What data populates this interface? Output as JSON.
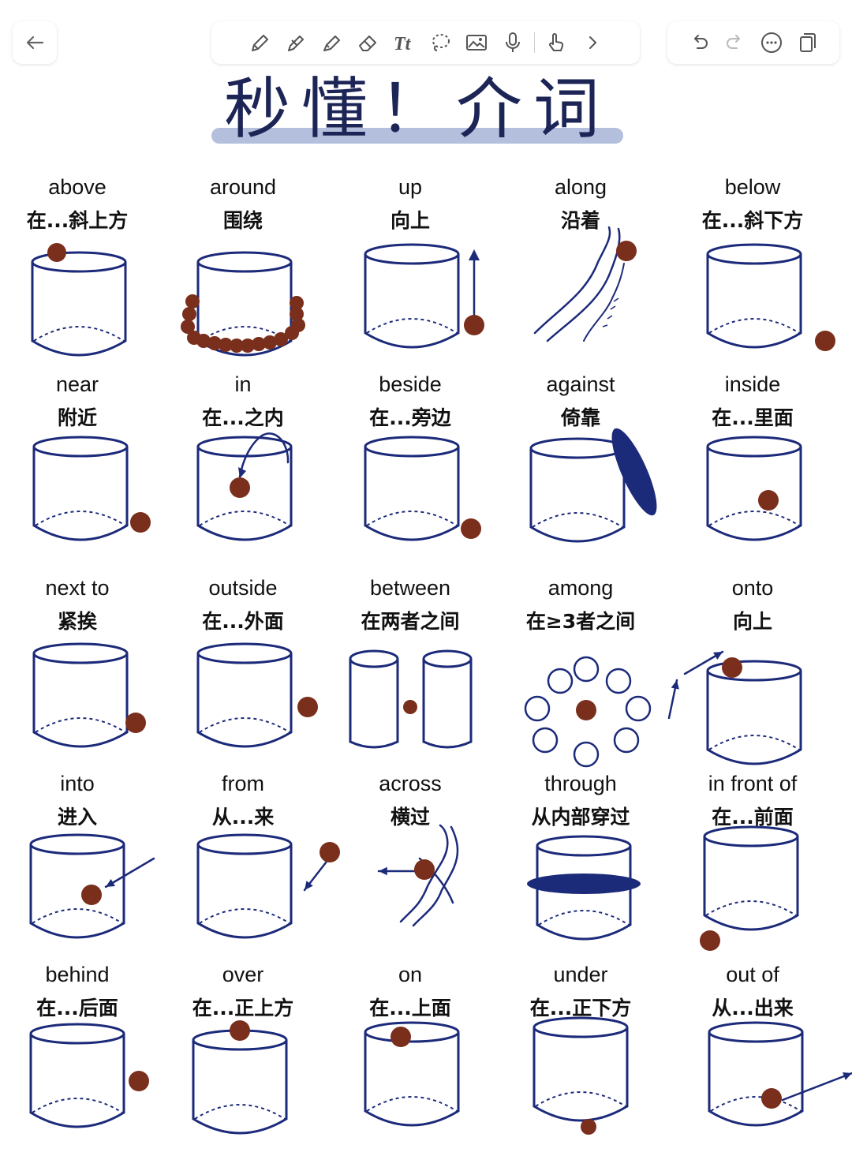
{
  "colors": {
    "ink": "#1c2a7a",
    "ball": "#7a2e1c",
    "title": "#1c2556",
    "band": "#b3bfdc"
  },
  "toolbar": {
    "back_icon": "arrow-left-icon",
    "tools": [
      "pencil-icon",
      "pen-icon",
      "highlighter-icon",
      "eraser-icon",
      "text-tool-icon",
      "lasso-icon",
      "image-icon",
      "microphone-icon",
      "hand-pointer-icon",
      "chevron-right-icon"
    ],
    "actions": [
      "undo-icon",
      "redo-icon",
      "more-icon",
      "pages-icon"
    ]
  },
  "title": "秒懂！介词",
  "items": [
    {
      "en": "above",
      "zh": "在...斜上方"
    },
    {
      "en": "around",
      "zh": "围绕"
    },
    {
      "en": "up",
      "zh": "向上"
    },
    {
      "en": "along",
      "zh": "沿着"
    },
    {
      "en": "below",
      "zh": "在...斜下方"
    },
    {
      "en": "near",
      "zh": "附近"
    },
    {
      "en": "in",
      "zh": "在...之内"
    },
    {
      "en": "beside",
      "zh": "在...旁边"
    },
    {
      "en": "against",
      "zh": "倚靠"
    },
    {
      "en": "inside",
      "zh": "在...里面"
    },
    {
      "en": "next to",
      "zh": "紧挨"
    },
    {
      "en": "outside",
      "zh": "在...外面"
    },
    {
      "en": "between",
      "zh": "在两者之间"
    },
    {
      "en": "among",
      "zh": "在≥3者之间"
    },
    {
      "en": "onto",
      "zh": "向上"
    },
    {
      "en": "into",
      "zh": "进入"
    },
    {
      "en": "from",
      "zh": "从...来"
    },
    {
      "en": "across",
      "zh": "横过"
    },
    {
      "en": "through",
      "zh": "从内部穿过"
    },
    {
      "en": "in front of",
      "zh": "在...前面"
    },
    {
      "en": "behind",
      "zh": "在...后面"
    },
    {
      "en": "over",
      "zh": "在...正上方"
    },
    {
      "en": "on",
      "zh": "在...上面"
    },
    {
      "en": "under",
      "zh": "在...正下方"
    },
    {
      "en": "out of",
      "zh": "从...出来"
    }
  ]
}
